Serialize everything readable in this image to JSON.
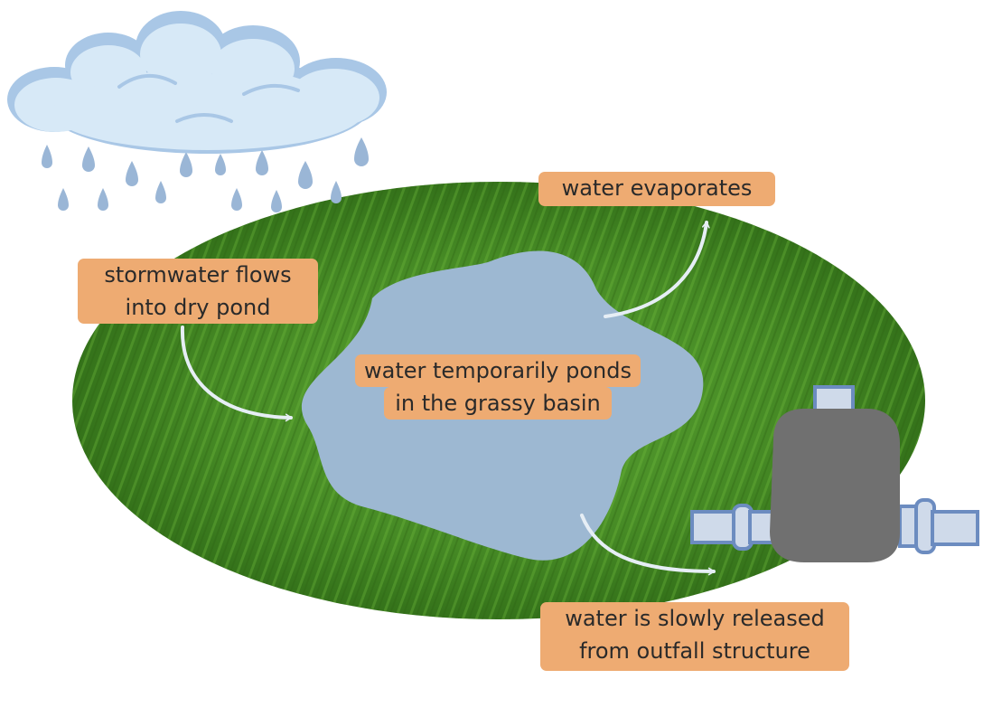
{
  "labels": {
    "evaporates": "water evaporates",
    "inflow": [
      "stormwater flows",
      "into dry pond"
    ],
    "ponds": [
      "water temporarily ponds",
      "in the grassy basin"
    ],
    "release": [
      "water is slowly released",
      "from outfall structure"
    ]
  },
  "colors": {
    "label_bg": "#eeab72",
    "pond": "#9db8d2",
    "grass": "#4b8f28",
    "cloud": "#d7e9f7",
    "cloud_shade": "#a9c7e6",
    "rain": "#9ab6d6",
    "outfall_box": "#707070",
    "pipe": "#6c8cc0"
  },
  "icons": [
    "rain-cloud-icon",
    "outfall-structure-icon",
    "arrow-icon"
  ]
}
